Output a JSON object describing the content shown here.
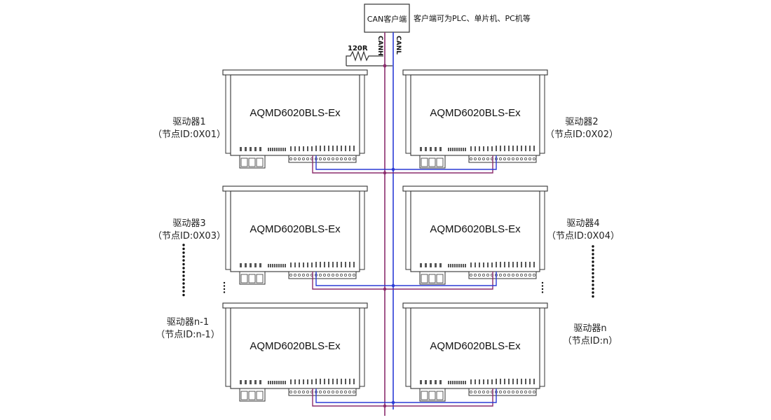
{
  "client": {
    "box_label": "CAN客户端",
    "note": "客户端可为PLC、单片机、PC机等",
    "canh_label": "CANH",
    "canl_label": "CANL",
    "resistor_label": "120R"
  },
  "colors": {
    "canh": "#8b2c6d",
    "canl": "#2b3bd6",
    "outline": "#333333"
  },
  "devices": [
    {
      "model": "AQMD6020BLS-Ex",
      "name": "驱动器1",
      "node": "（节点ID:0X01）"
    },
    {
      "model": "AQMD6020BLS-Ex",
      "name": "驱动器2",
      "node": "（节点ID:0X02）"
    },
    {
      "model": "AQMD6020BLS-Ex",
      "name": "驱动器3",
      "node": "（节点ID:0X03）"
    },
    {
      "model": "AQMD6020BLS-Ex",
      "name": "驱动器4",
      "node": "（节点ID:0X04）"
    },
    {
      "model": "AQMD6020BLS-Ex",
      "name": "驱动器n-1",
      "node": "（节点ID:n-1）"
    },
    {
      "model": "AQMD6020BLS-Ex",
      "name": "驱动器n",
      "node": "（节点ID:n）"
    }
  ]
}
